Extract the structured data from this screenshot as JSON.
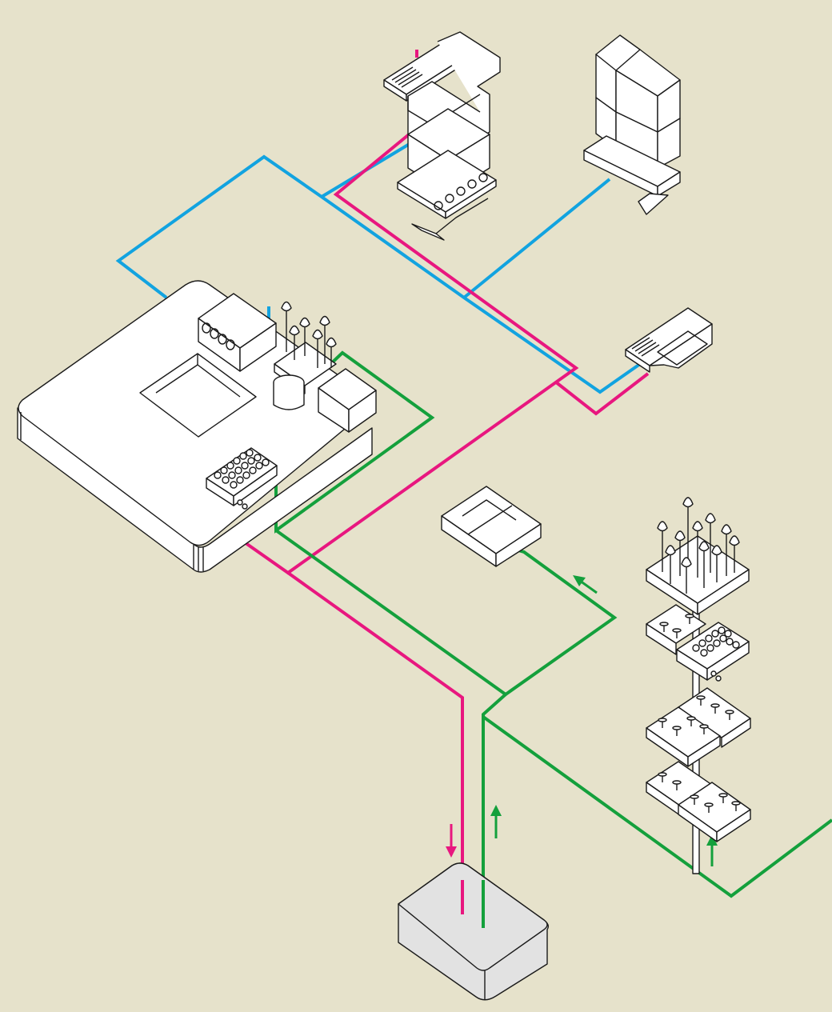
{
  "colors": {
    "background": "#e6e2cb",
    "grey_water": "#e8177f",
    "fresh_water": "#12a3e0",
    "nutrient_water": "#14a03c",
    "line": "#1a1a1a",
    "object_fill": "#ffffff",
    "tank_fill": "#e2e2e2"
  },
  "flow_arrows": [
    {
      "id": "down-to-tank",
      "color": "grey_water",
      "direction": "down"
    },
    {
      "id": "up-from-tank",
      "color": "nutrient_water",
      "direction": "up"
    },
    {
      "id": "up-to-tower",
      "color": "nutrient_water",
      "direction": "up"
    },
    {
      "id": "to-tray",
      "color": "nutrient_water",
      "direction": "up-left"
    }
  ]
}
